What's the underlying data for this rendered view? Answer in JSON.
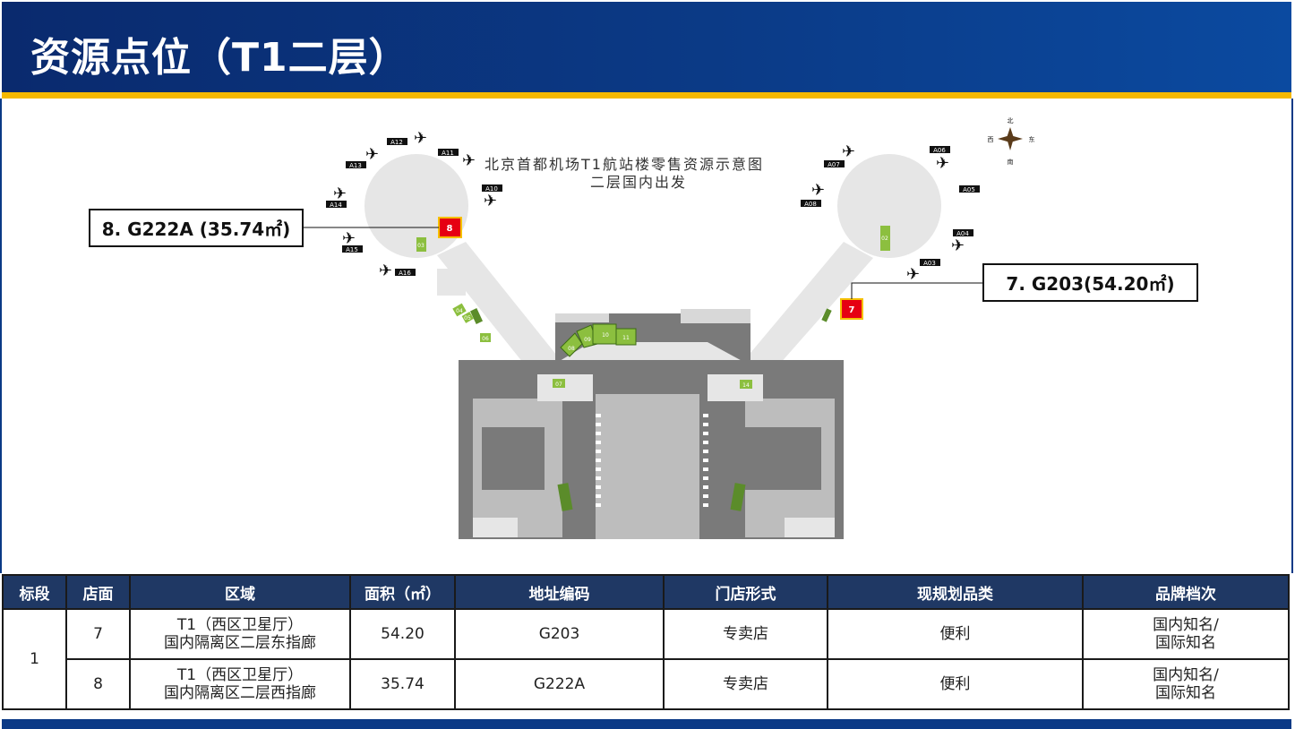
{
  "header": {
    "title": "资源点位（T1二层）"
  },
  "map": {
    "title_line1": "北京首都机场T1航站楼零售资源示意图",
    "title_line2": "二层国内出发",
    "compass": {
      "north": "北",
      "south": "南",
      "east": "东",
      "west": "西"
    },
    "gates_west": [
      "A12",
      "A11",
      "A13",
      "A10",
      "A14",
      "A15",
      "A16"
    ],
    "gates_east": [
      "A06",
      "A07",
      "A05",
      "A08",
      "A04",
      "A03"
    ],
    "stores": [
      "02",
      "03",
      "04",
      "05",
      "06",
      "07",
      "08",
      "09",
      "10",
      "11",
      "14"
    ],
    "markers": {
      "m7": "7",
      "m8": "8"
    },
    "callouts": {
      "west": "8. G222A (35.74㎡)",
      "east": "7. G203(54.20㎡)"
    }
  },
  "table": {
    "headers": [
      "标段",
      "店面",
      "区域",
      "面积（㎡）",
      "地址编码",
      "门店形式",
      "现规划品类",
      "品牌档次"
    ],
    "segment": "1",
    "rows": [
      {
        "store": "7",
        "area_line1": "T1（西区卫星厅）",
        "area_line2": "国内隔离区二层东指廊",
        "size": "54.20",
        "code": "G203",
        "format": "专卖店",
        "category": "便利",
        "grade_line1": "国内知名/",
        "grade_line2": "国际知名"
      },
      {
        "store": "8",
        "area_line1": "T1（西区卫星厅）",
        "area_line2": "国内隔离区二层西指廊",
        "size": "35.74",
        "code": "G222A",
        "format": "专卖店",
        "category": "便利",
        "grade_line1": "国内知名/",
        "grade_line2": "国际知名"
      }
    ]
  },
  "colors": {
    "header_blue": "#0b3a86",
    "gold": "#f5b800",
    "table_header": "#1f3864",
    "marker_red": "#e60012",
    "store_green": "#8cbf3f"
  }
}
